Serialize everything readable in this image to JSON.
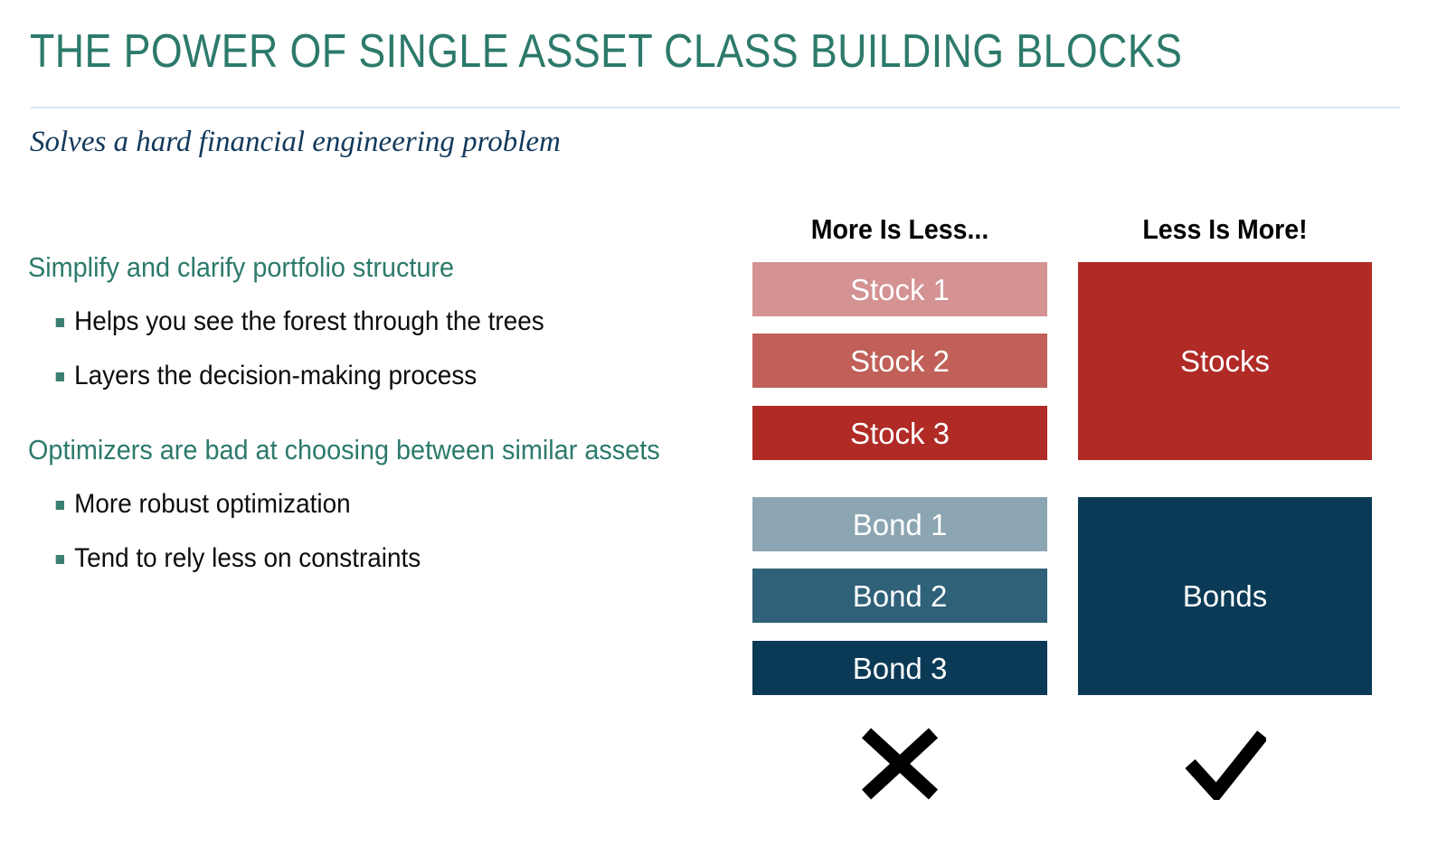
{
  "slide": {
    "title": "THE POWER OF SINGLE ASSET CLASS BUILDING BLOCKS",
    "subtitle": "Solves a hard financial engineering problem",
    "title_color": "#2C7A6B",
    "subtitle_color": "#12395C",
    "divider_color": "#DCE7EF",
    "background": "#FFFFFF"
  },
  "body": {
    "sections": [
      {
        "lead": "Simplify and clarify portfolio structure",
        "bullets": [
          "Helps you see the forest through the trees",
          "Layers the decision-making process"
        ]
      },
      {
        "lead": "Optimizers are bad at choosing between similar assets",
        "bullets": [
          "More robust optimization",
          "Tend to rely less on constraints"
        ]
      }
    ],
    "lead_color": "#2C7A6B",
    "bullet_color": "#0D0D0D",
    "bullet_marker_color": "#3B8071"
  },
  "diagram": {
    "columns": [
      {
        "header": "More Is Less...",
        "verdict_icon": "cross-icon"
      },
      {
        "header": "Less Is More!",
        "verdict_icon": "check-icon"
      }
    ],
    "disaggregated": {
      "stocks": [
        {
          "label": "Stock 1",
          "color": "#D49292"
        },
        {
          "label": "Stock 2",
          "color": "#C06058"
        },
        {
          "label": "Stock 3",
          "color": "#B02B26"
        }
      ],
      "bonds": [
        {
          "label": "Bond 1",
          "color": "#8CA5B2"
        },
        {
          "label": "Bond 2",
          "color": "#2F6179"
        },
        {
          "label": "Bond 3",
          "color": "#0A3A56"
        }
      ]
    },
    "aggregated": [
      {
        "label": "Stocks",
        "color": "#B02B26"
      },
      {
        "label": "Bonds",
        "color": "#0A3A56"
      }
    ],
    "verdict_color": "#000000"
  }
}
